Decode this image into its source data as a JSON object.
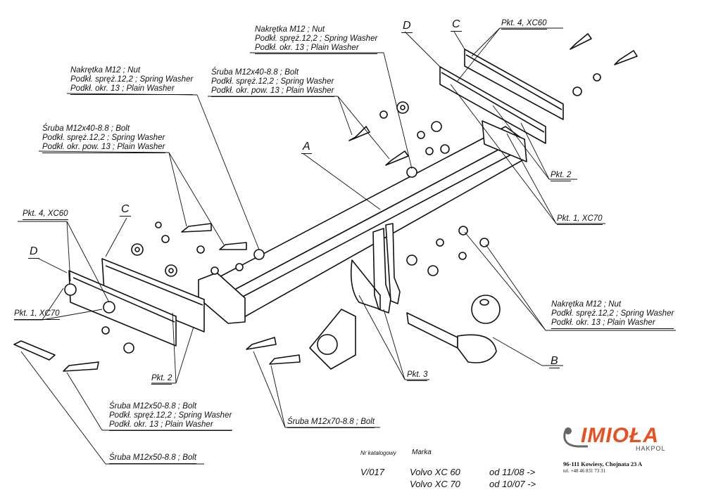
{
  "parts": {
    "A": "A",
    "B": "B",
    "C_top": "C",
    "C_left": "C",
    "D_top": "D",
    "D_left": "D"
  },
  "labels": {
    "nut_top": [
      "Nakrętka  M12 ; Nut",
      "Podkł. spręż.12,2 ; Spring Washer",
      "Podkł. okr. 13 ; Plain Washer"
    ],
    "nut_left": [
      "Nakrętka  M12 ; Nut",
      "Podkł. spręż.12,2 ; Spring Washer",
      "Podkł. okr. 13 ; Plain Washer"
    ],
    "bolt40_mid": [
      "Śruba M12x40-8.8 ;  Bolt",
      "Podkł. spręż.12,2 ; Spring Washer",
      "Podkł. okr. pow. 13 ; Plain Washer"
    ],
    "bolt40_left": [
      "Śruba M12x40-8.8 ;  Bolt",
      "Podkł. spręż.12,2 ; Spring Washer",
      "Podkł. okr. pow. 13 ; Plain Washer"
    ],
    "nut_right": [
      "Nakrętka  M12 ; Nut",
      "Podkł. spręż.12,2 ; Spring Washer",
      "Podkł. okr. 13 ; Plain Washer"
    ],
    "bolt50_a": [
      "Śruba M12x50-8.8 ;  Bolt",
      "Podkł. spręż.12,2 ; Spring Washer",
      "Podkł. okr. 13 ; Plain Washer"
    ],
    "bolt50_b": "Śruba M12x50-8.8 ;  Bolt",
    "bolt70": "Śruba M12x70-8.8 ;  Bolt",
    "pkt4_top": "Pkt. 4, XC60",
    "pkt4_left": "Pkt. 4, XC60",
    "pkt1_left": "Pkt. 1, XC70",
    "pkt1_right": "Pkt. 1, XC70",
    "pkt2_right": "Pkt. 2",
    "pkt2_left": "Pkt. 2",
    "pkt3": "Pkt. 3"
  },
  "catalog": {
    "nr_header": "Nr katalogowy",
    "marka_header": "Marka",
    "nr": "V/017",
    "rows": [
      {
        "model": "Volvo XC 60",
        "from": "od  11/08 ->"
      },
      {
        "model": "Volvo XC 70",
        "from": "od  10/07 ->"
      }
    ]
  },
  "brand": {
    "name": "IMIOŁA",
    "sub": "HAKPOL",
    "address": "96-111 Kowiesy, Chojnata 23 A",
    "phone": "tel. +48 46 831 73 31",
    "color": "#e8501f"
  }
}
